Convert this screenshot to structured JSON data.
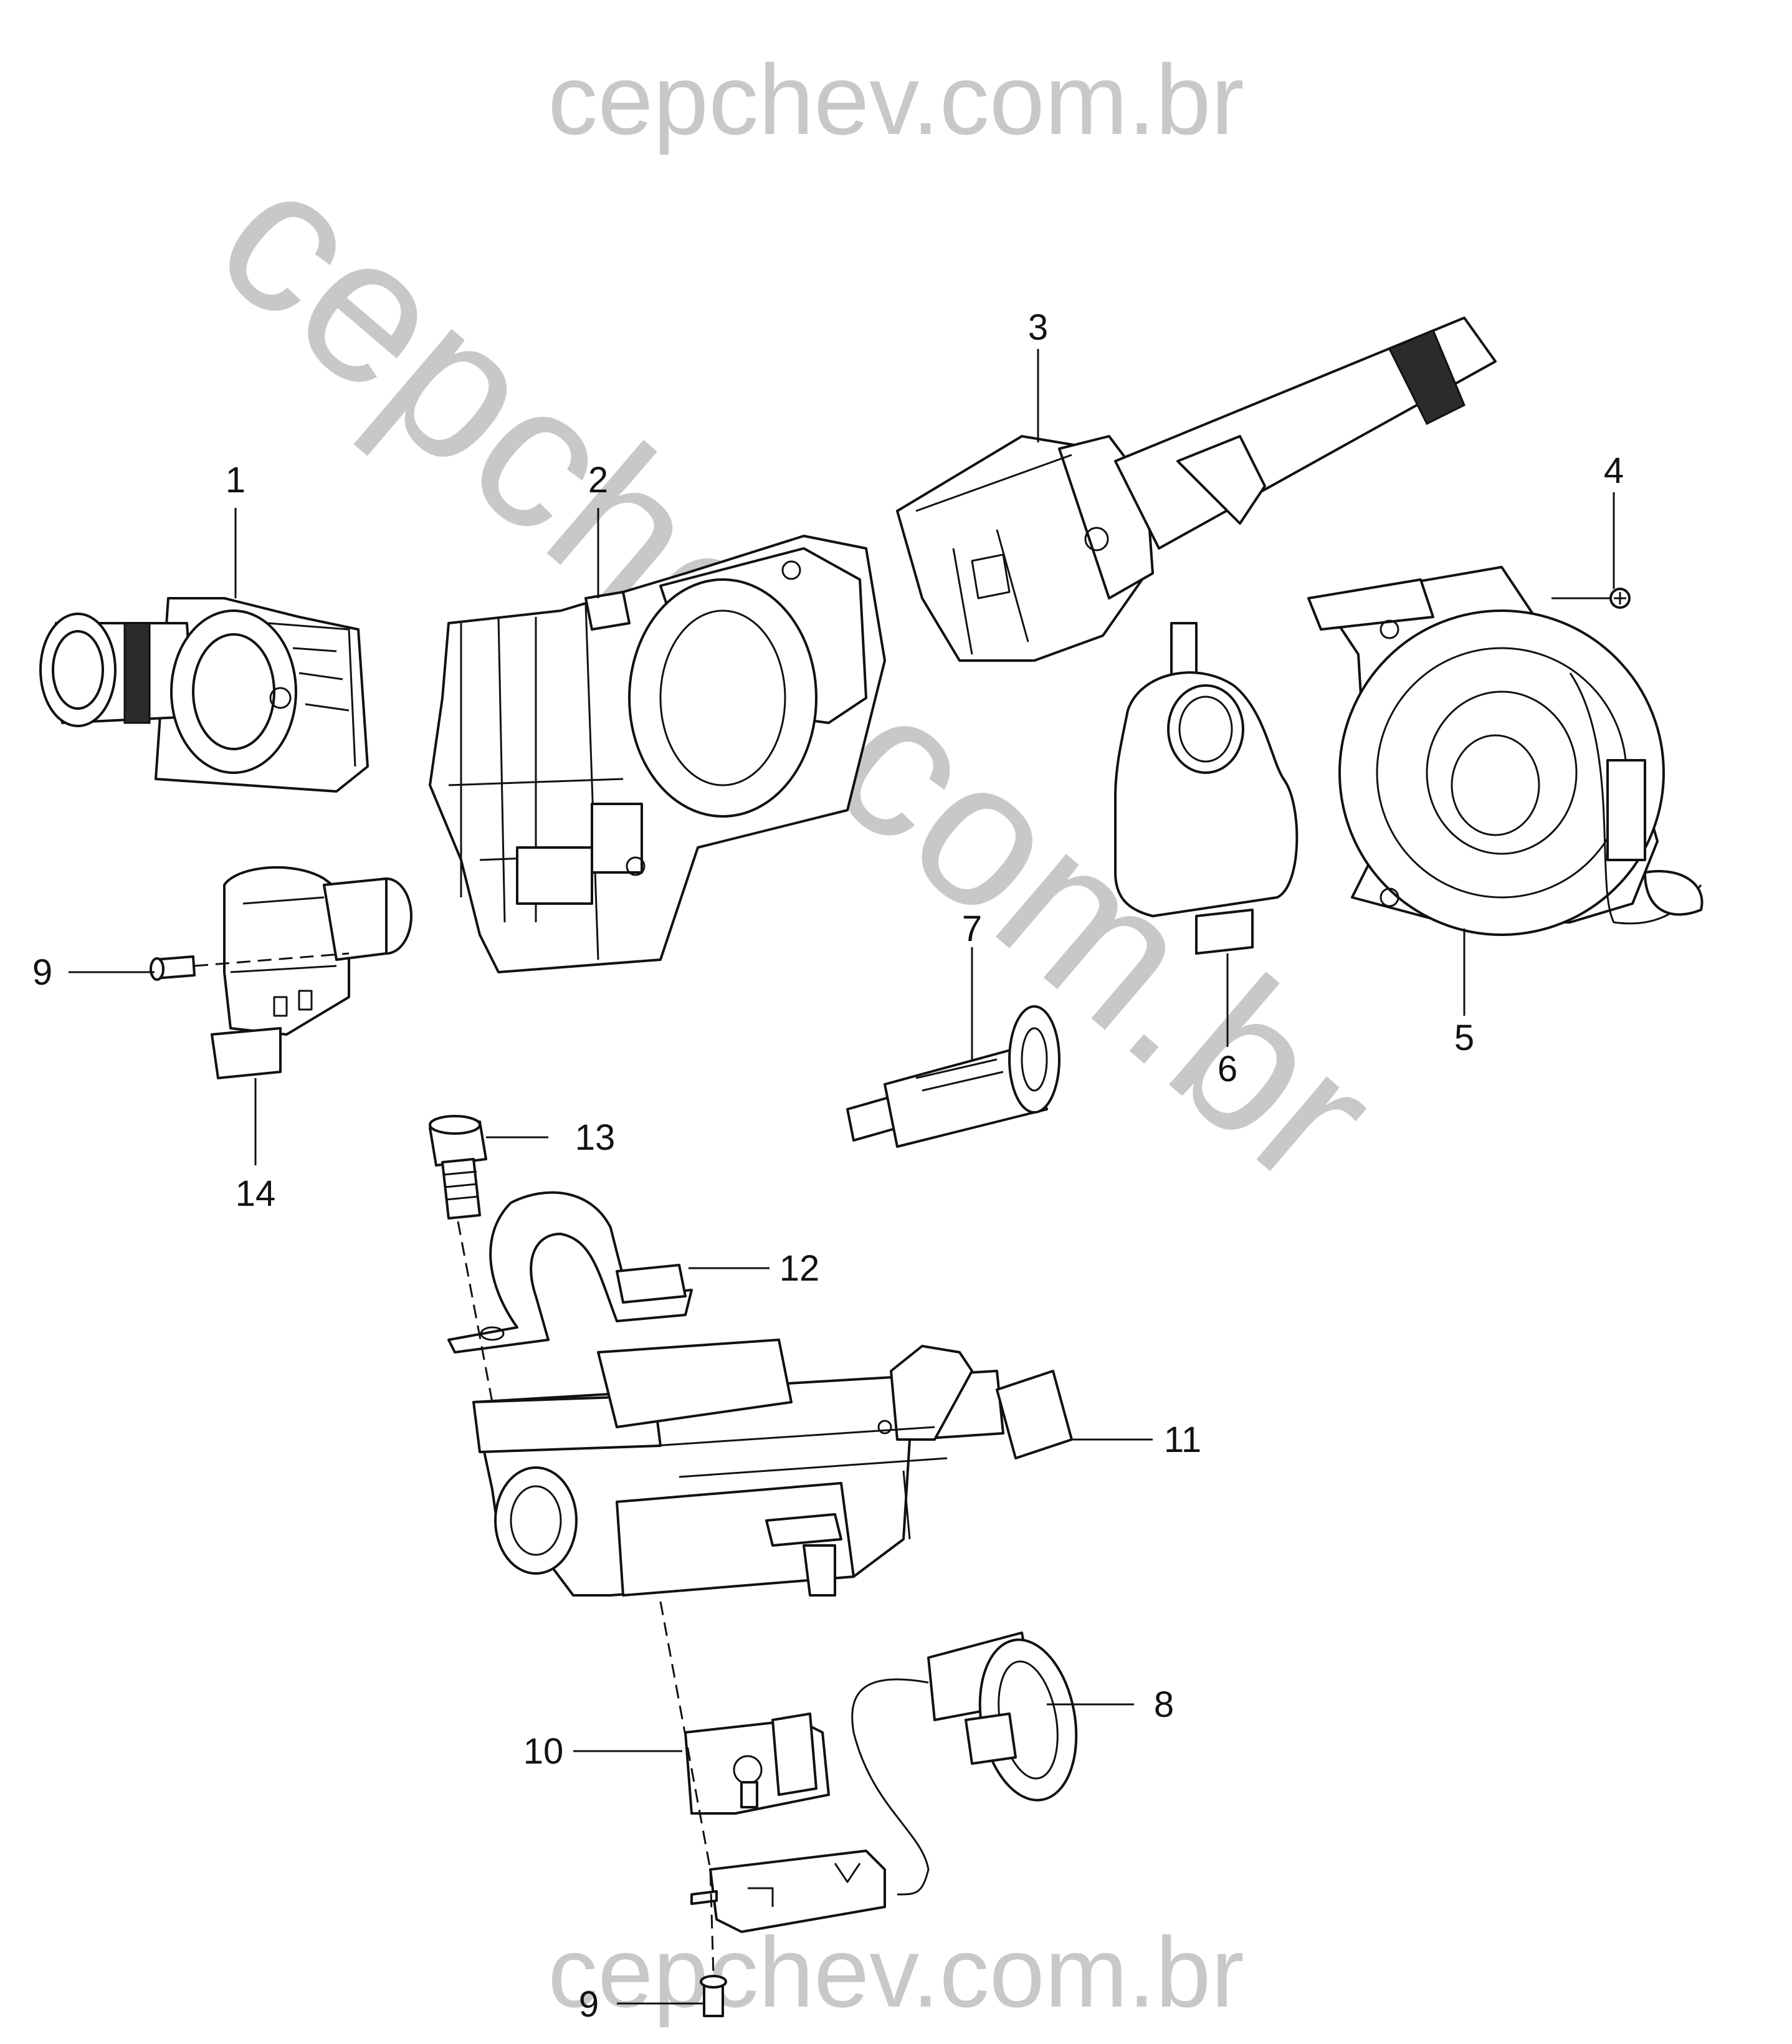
{
  "watermarks": {
    "top": "cepchev.com.br",
    "bottom": "cepchev.com.br",
    "diagonal": "cepchev.com.br"
  },
  "callouts": [
    {
      "id": "c1",
      "label": "1"
    },
    {
      "id": "c2",
      "label": "2"
    },
    {
      "id": "c3",
      "label": "3"
    },
    {
      "id": "c4",
      "label": "4"
    },
    {
      "id": "c5",
      "label": "5"
    },
    {
      "id": "c6",
      "label": "6"
    },
    {
      "id": "c7",
      "label": "7"
    },
    {
      "id": "c8",
      "label": "8"
    },
    {
      "id": "c9a",
      "label": "9"
    },
    {
      "id": "c9b",
      "label": "9"
    },
    {
      "id": "c10",
      "label": "10"
    },
    {
      "id": "c11",
      "label": "11"
    },
    {
      "id": "c12",
      "label": "12"
    },
    {
      "id": "c13",
      "label": "13"
    },
    {
      "id": "c14",
      "label": "14"
    }
  ]
}
